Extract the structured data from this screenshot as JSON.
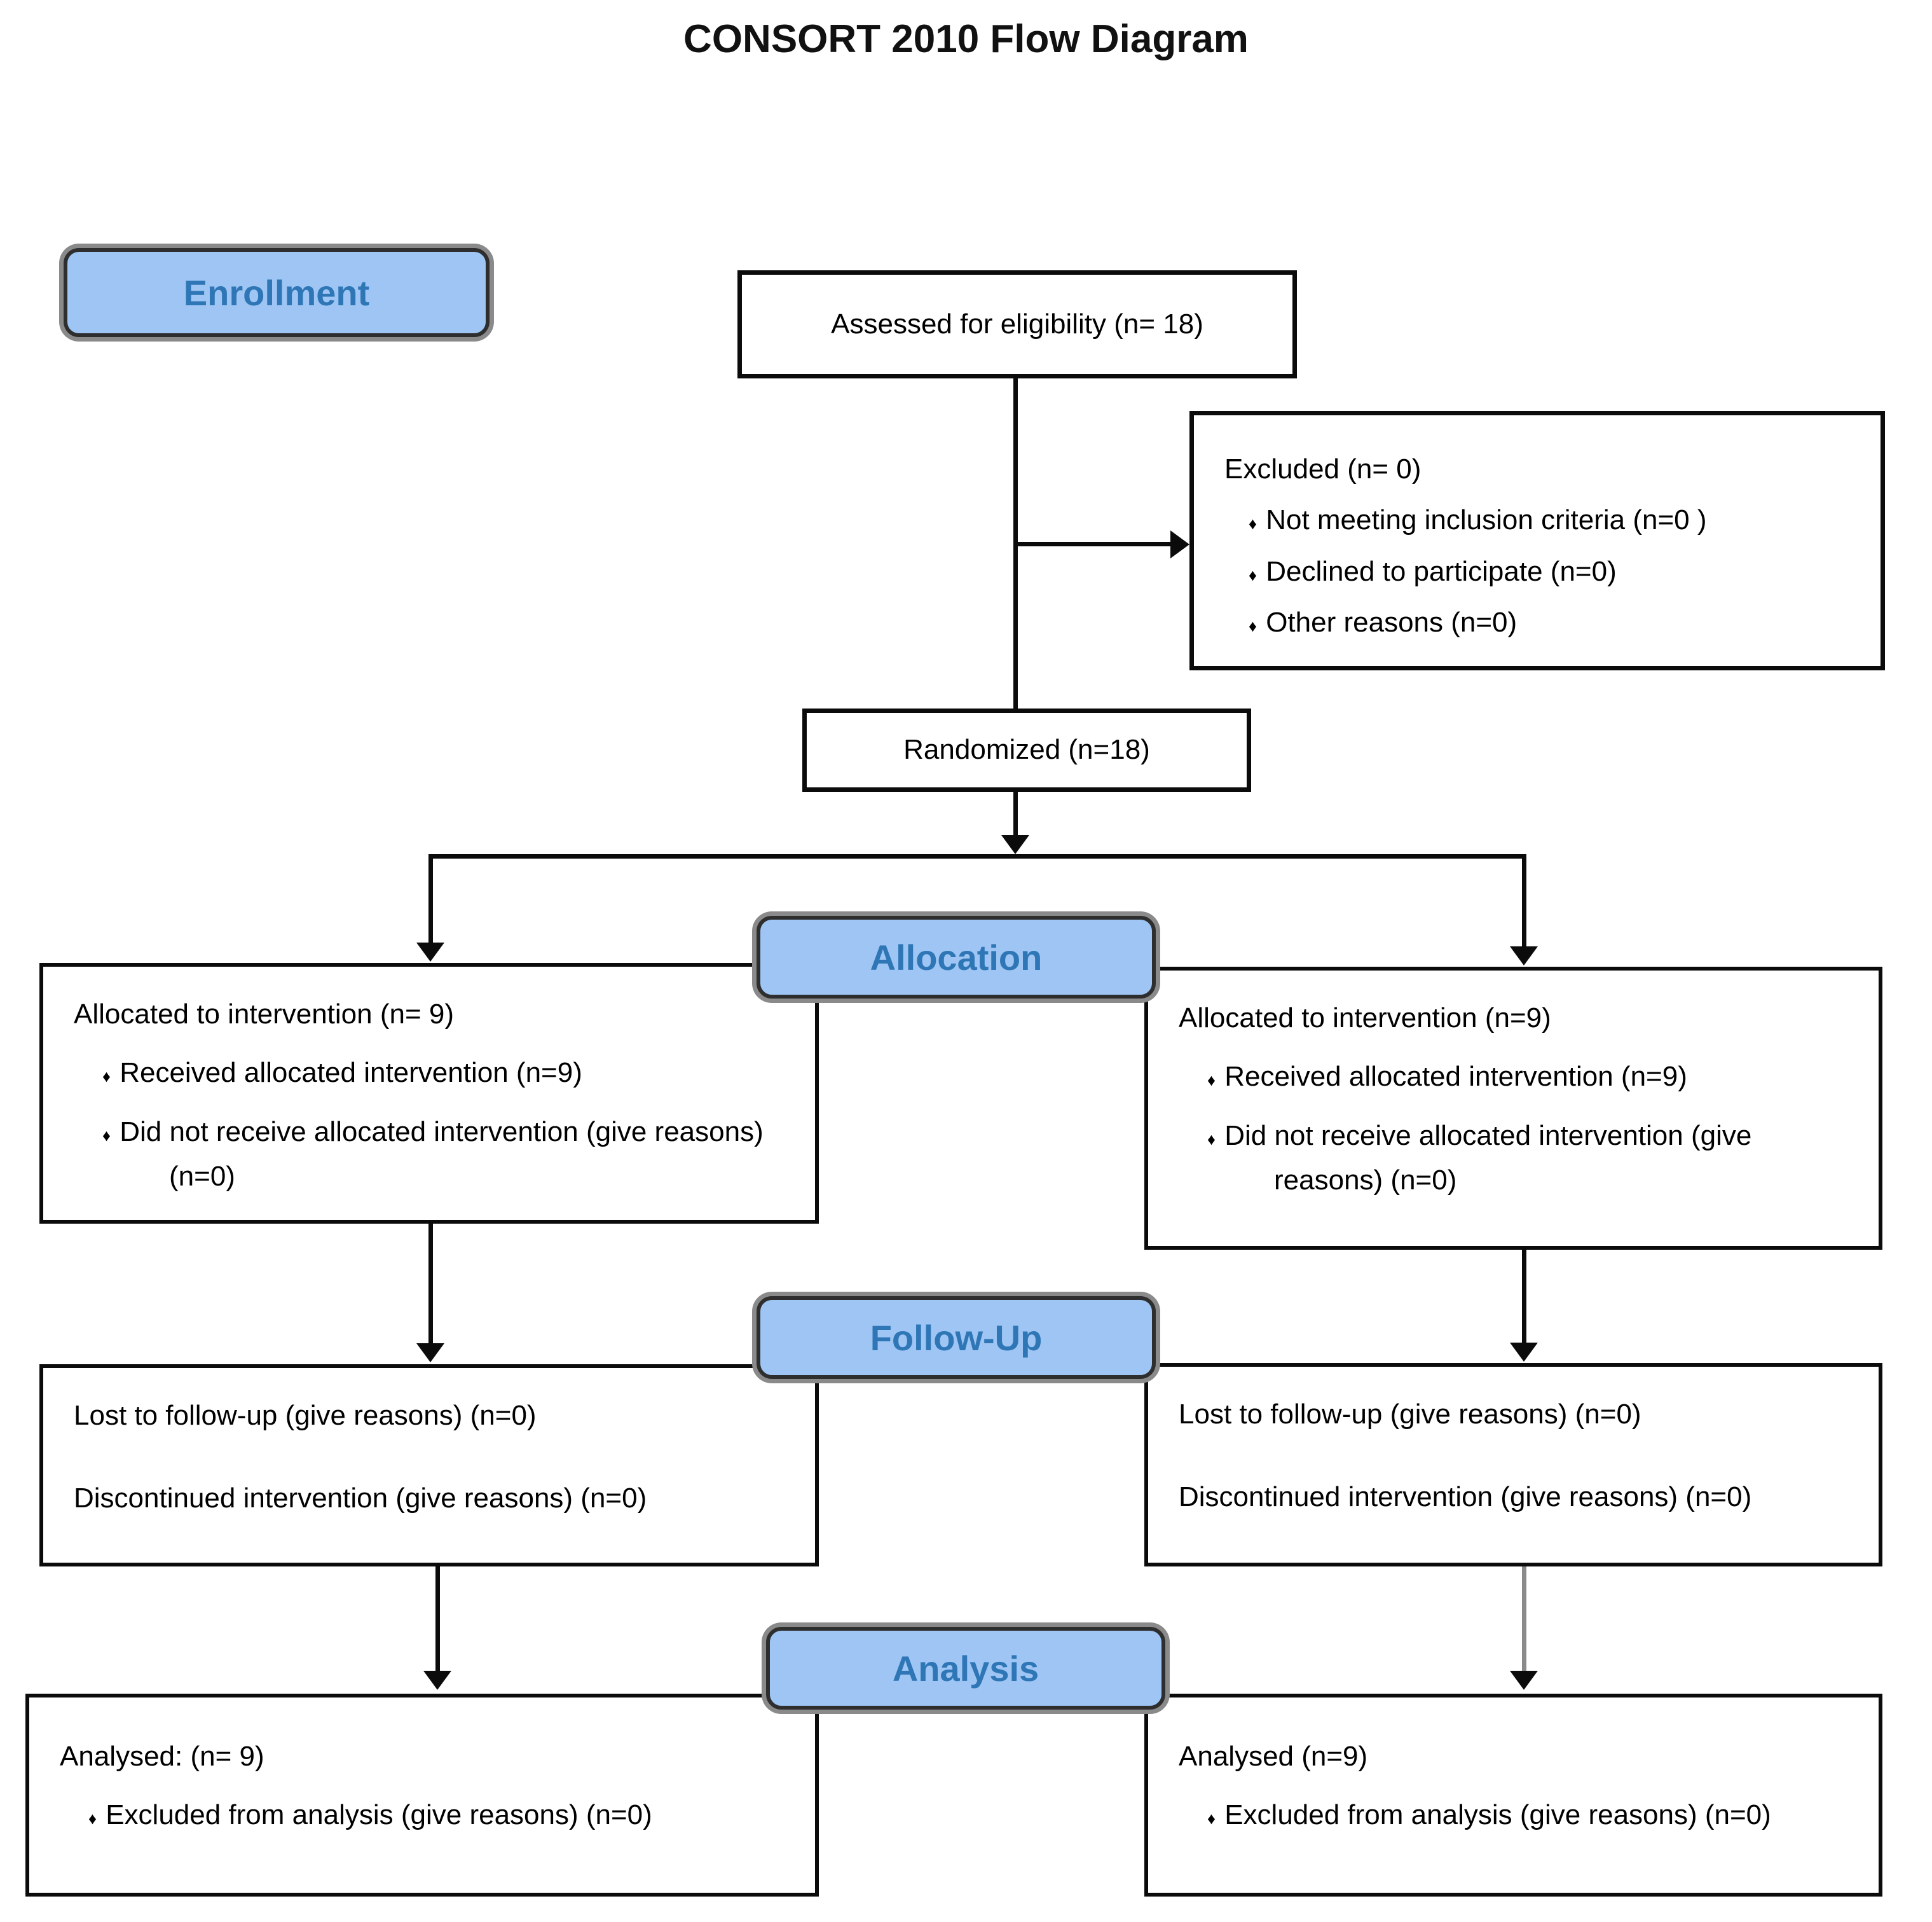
{
  "title": "CONSORT 2010 Flow Diagram",
  "badges": {
    "enrollment": "Enrollment",
    "allocation": "Allocation",
    "followup": "Follow-Up",
    "analysis": "Analysis"
  },
  "assessed": {
    "text": "Assessed for eligibility (n= 18)"
  },
  "excluded": {
    "heading": "Excluded (n= 0)",
    "bullets": [
      "Not meeting inclusion criteria (n=0 )",
      "Declined to participate (n=0)",
      "Other reasons (n=0)"
    ]
  },
  "randomized": {
    "text": "Randomized (n=18)"
  },
  "allocation_left": {
    "heading": "Allocated to intervention (n= 9)",
    "bullets": [
      "Received allocated intervention (n=9)",
      "Did not receive allocated intervention (give reasons) (n=0)"
    ]
  },
  "allocation_right": {
    "heading": "Allocated to intervention (n=9)",
    "bullets": [
      "Received allocated intervention (n=9)",
      "Did not receive allocated intervention (give reasons) (n=0)"
    ]
  },
  "followup_left": {
    "lines": [
      "Lost to follow-up (give reasons) (n=0)",
      "Discontinued intervention (give reasons) (n=0)"
    ]
  },
  "followup_right": {
    "lines": [
      "Lost to follow-up (give reasons) (n=0)",
      "Discontinued intervention (give reasons) (n=0)"
    ]
  },
  "analysis_left": {
    "heading": "Analysed: (n= 9)",
    "bullets": [
      "Excluded from analysis (give reasons) (n=0)"
    ]
  },
  "analysis_right": {
    "heading": "Analysed (n=9)",
    "bullets": [
      "Excluded from analysis (give reasons) (n=0)"
    ]
  },
  "colors": {
    "badge_fill": "#9EC5F3",
    "badge_text": "#2E76B5",
    "badge_border": "#2E2E2E",
    "badge_outer": "#8A8A8A",
    "box_border": "#0B0B0B",
    "connector_gray": "#8A8A8A"
  }
}
